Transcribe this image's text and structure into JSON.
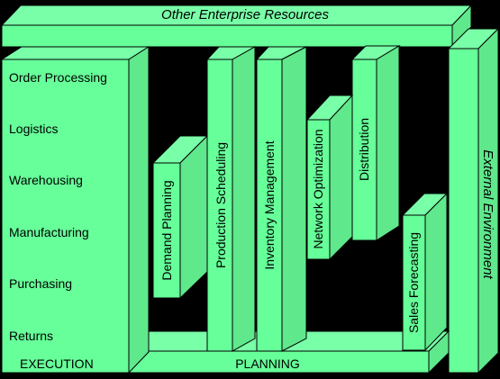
{
  "top_bar": {
    "label": "Other Enterprise Resources"
  },
  "execution": {
    "items": [
      "Order Processing",
      "Logistics",
      "Warehousing",
      "Manufacturing",
      "Purchasing",
      "Returns"
    ],
    "footer_label": "EXECUTION"
  },
  "planning": {
    "footer_label": "PLANNING",
    "modules": {
      "demand_planning": "Demand Planning",
      "production_scheduling": "Production Scheduling",
      "inventory_management": "Inventory Management",
      "network_optimization": "Network Optimization",
      "distribution": "Distribution",
      "sales_forecasting": "Sales Forecasting"
    }
  },
  "external": {
    "label": "External Environment"
  },
  "colors": {
    "fill": "#66ff99",
    "side": "#5fe88c",
    "top": "#79ffa8",
    "background": "#000000",
    "outline": "#000000"
  }
}
